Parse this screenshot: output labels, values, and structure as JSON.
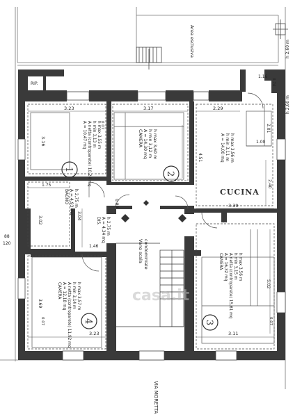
{
  "labels": {
    "area_esclusiva": "Area esclusiva",
    "h260_top": "h 2,60 m",
    "h260_right": "h 2,60 m",
    "rip": "RIP.",
    "d116": "1.16",
    "d074": "0.74",
    "d323": "3.23",
    "d317": "3.17",
    "d229": "2.29",
    "d201": "2.01",
    "d100": "1.00",
    "d316": "3.16",
    "d007a": "0.07",
    "d451": "4.51",
    "d240": "2.40",
    "d339": "3.39",
    "d175": "1.75",
    "d080": "0.80",
    "d304": "3.04",
    "d302": "3.02",
    "d146": "1.46",
    "d88": "88",
    "d120": "120",
    "d502": "5.02",
    "d007b": "0.07",
    "d369": "3.69",
    "d007c": "0.07",
    "d323b": "3.23",
    "d311": "3.11",
    "r1_line1": "A = 10,47 mq",
    "r1_line2": "A netta (controparete) 10,24 mq",
    "r1_line3": "h min 3,13 m",
    "r1_line4": "h max 3,55 m",
    "r2_line1": "CAMERA",
    "r2_line2": "A = 14,30 mq",
    "r2_line3": "h min 3,12 m",
    "r2_line4": "h max 3,60 m",
    "r3_line1": "A = 14,00 mq",
    "r3_line2": "h min 3,11 m",
    "r3_line3": "h max 3,56 m",
    "cucina": "CUCINA",
    "bagno_line1": "BAGNO",
    "bagno_line2": "A = 4,93 mq",
    "bagno_line3": "h 2,75 m",
    "dis_line1": "DIS.",
    "dis_line2": "A = 4,34 mq",
    "dis_line3": "h 2,75 m",
    "vano_line1": "Vano scala",
    "vano_line2": "condominiale",
    "r4_line1": "CAMERA",
    "r4_line2": "A = 12,18 mq",
    "r4_line3": "A netta (controparete) 11,92 mq",
    "r4_line4": "h min 3,14 m",
    "r4_line5": "h max 3,57 m",
    "r5_line1": "CAMERA",
    "r5_line2": "A = 16,32 mq",
    "r5_line3": "A netta (controparete) 15,61 mq",
    "r5_line4": "h min 3,15 m",
    "r5_line5": "h max 3,56 m",
    "num1": "1",
    "num2": "2",
    "num3": "3",
    "num4": "4",
    "street": "VIA MORETTA",
    "watermark": "casa.it"
  }
}
